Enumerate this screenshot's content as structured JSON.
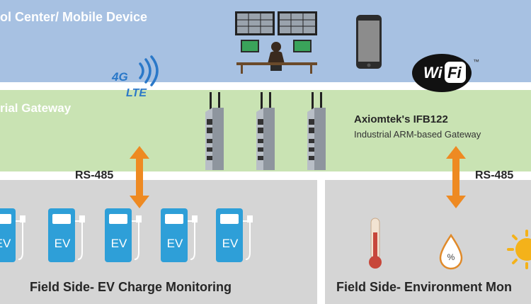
{
  "top_band": {
    "title": "ol Center/ Mobile Device"
  },
  "gateway_band": {
    "title": "rial Gateway",
    "product_name": "Axiomtek's IFB122",
    "product_desc": "Industrial ARM-based Gateway"
  },
  "lte_badge": {
    "line1": "4G",
    "line2": "LTE"
  },
  "wifi_badge": {
    "text": "Wi",
    "text2": "Fi",
    "tm": "™"
  },
  "links": {
    "left_label": "RS-485",
    "right_label": "RS-485"
  },
  "ev_panel": {
    "caption": "Field Side- EV Charge Monitoring",
    "charger_labels": [
      "EV",
      "EV",
      "EV",
      "EV",
      "EV"
    ]
  },
  "env_panel": {
    "caption": "Field Side- Environment Mon",
    "humidity_symbol": "%"
  },
  "colors": {
    "top_band": "#a7c1e2",
    "gateway_band": "#c9e3b3",
    "field_panel": "#d5d5d5",
    "arrow": "#ee8a22",
    "ev_blue": "#2e9fd8",
    "lte_blue": "#2a78c8"
  }
}
